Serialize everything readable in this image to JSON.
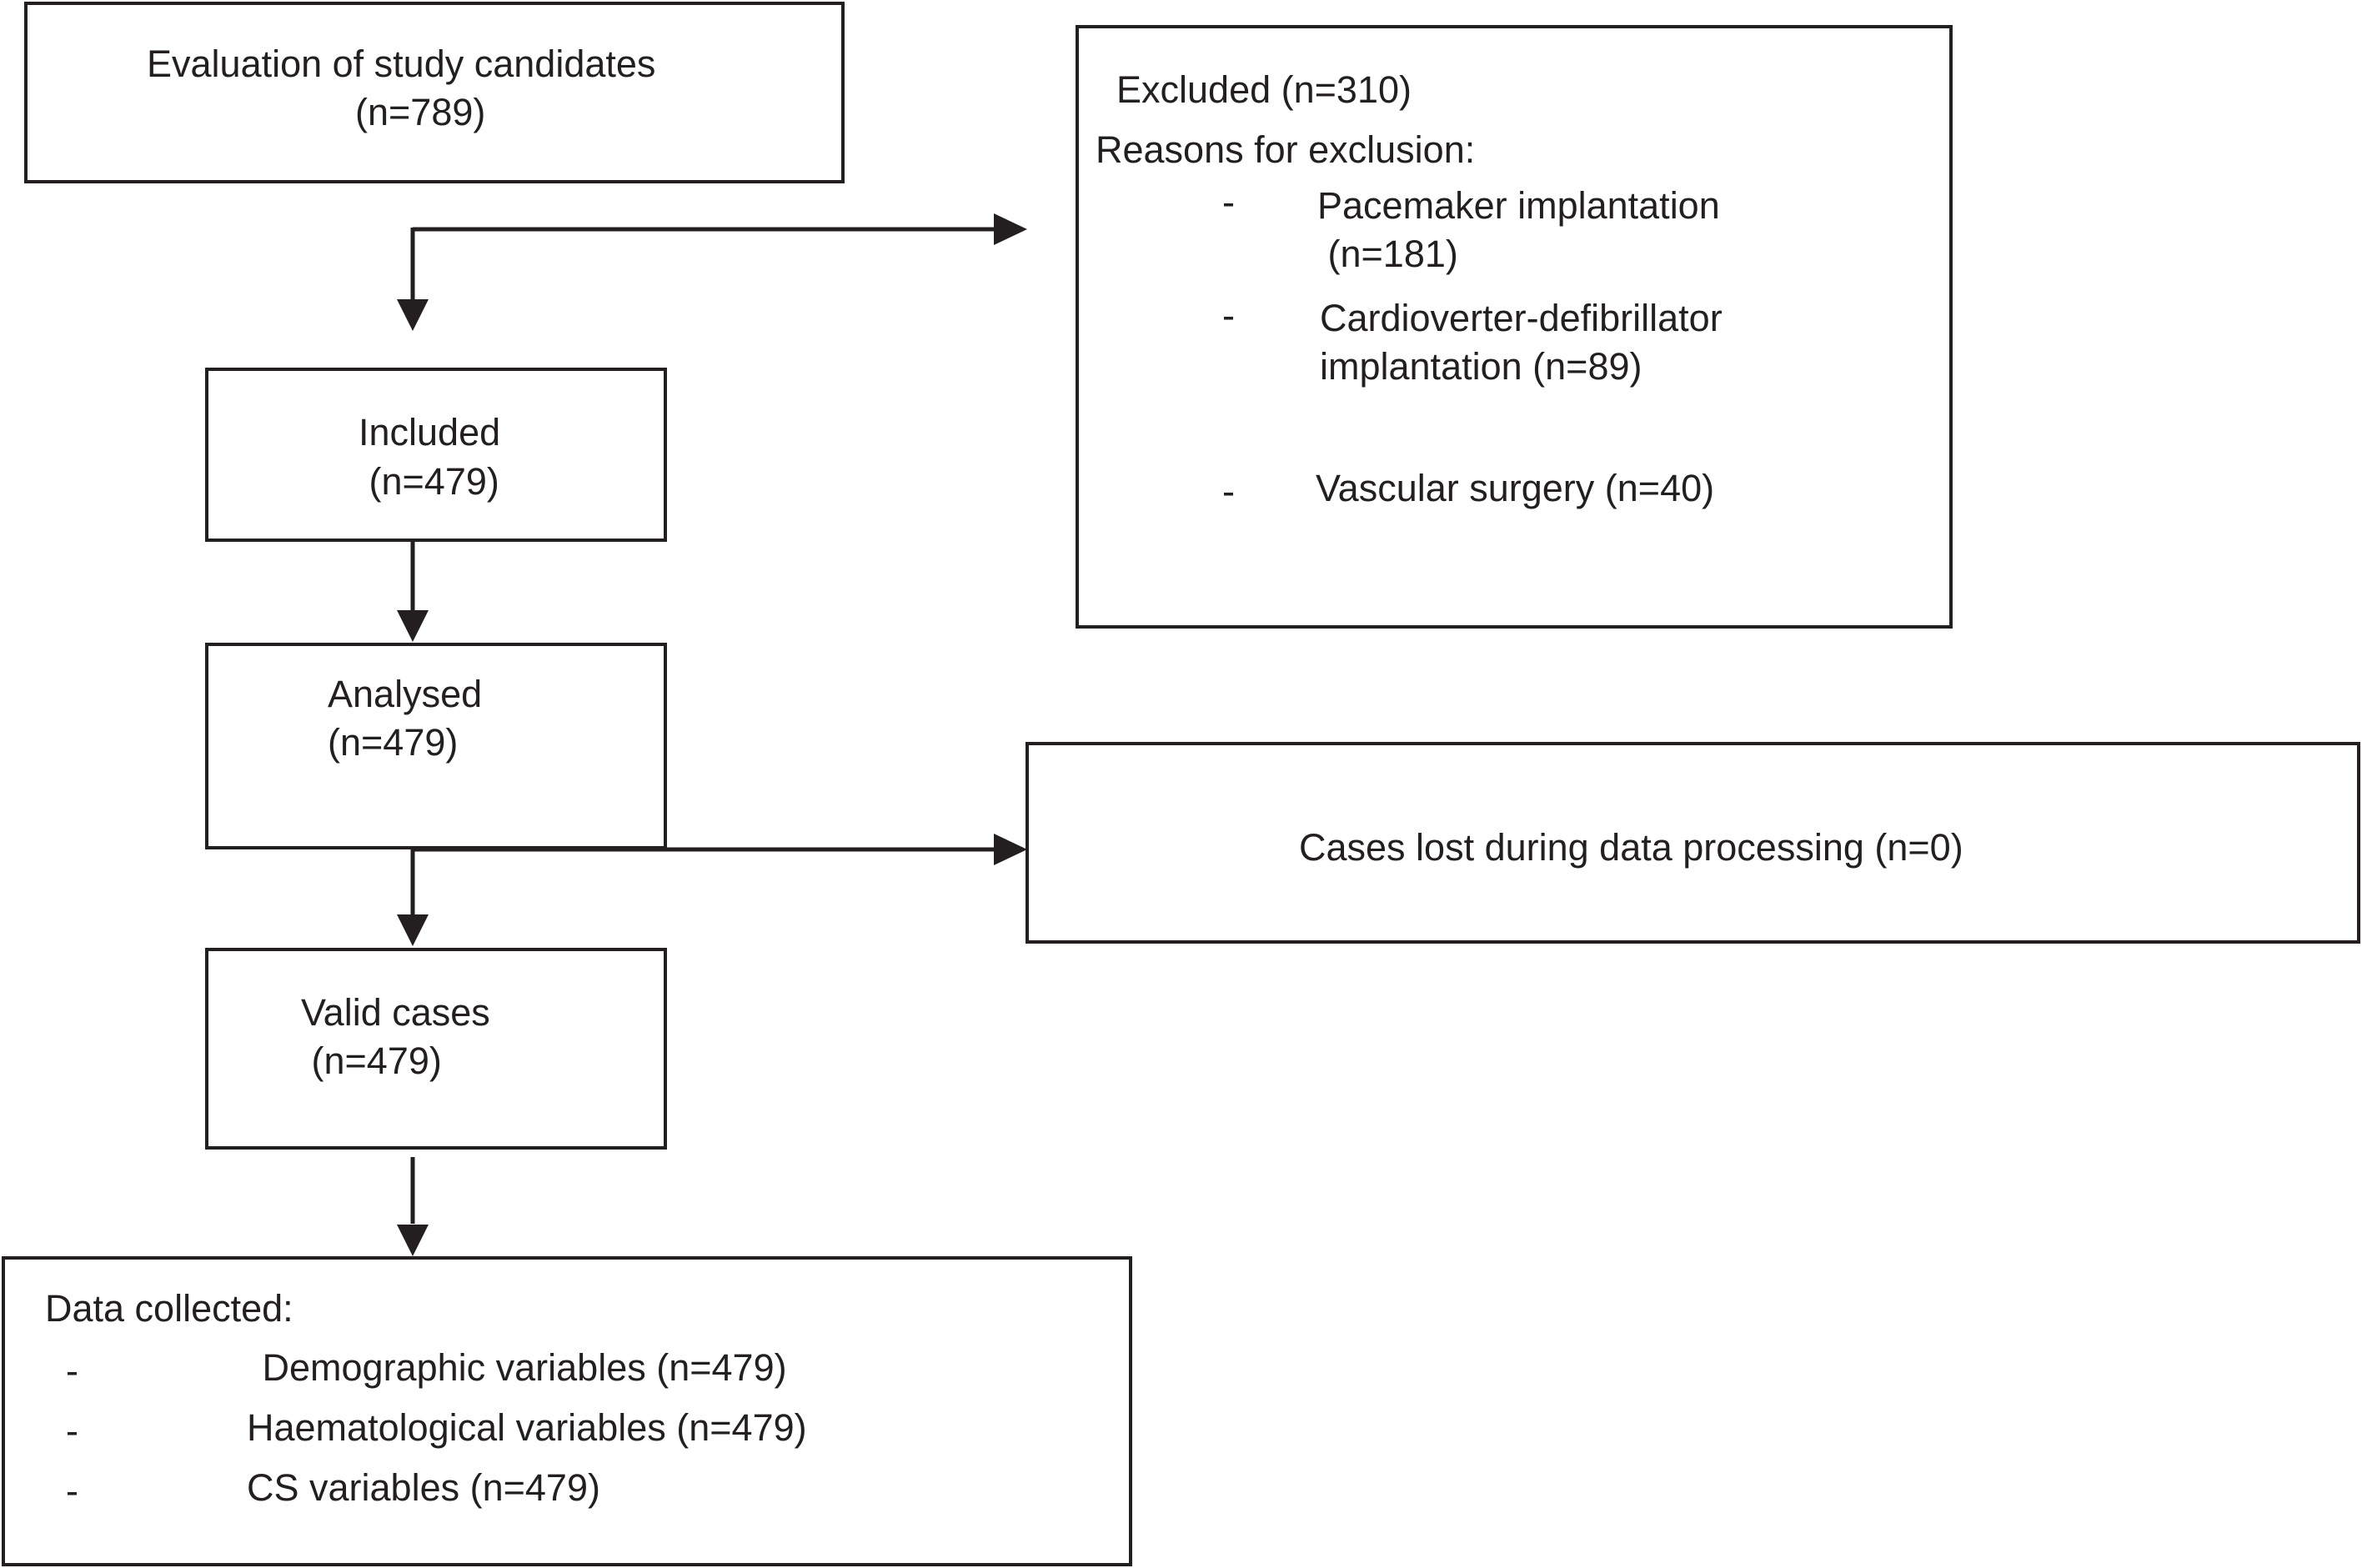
{
  "flowchart": {
    "candidates": {
      "title": "Evaluation of study candidates",
      "count": "(n=789)"
    },
    "excluded": {
      "title": "Excluded (n=310)",
      "reasons_heading": "Reasons for exclusion:",
      "reasons": [
        {
          "bullet": "-",
          "line1": "Pacemaker implantation",
          "line2": " (n=181)"
        },
        {
          "bullet": "-",
          "line1": "Cardioverter-defibrillator",
          "line2": "implantation (n=89)"
        },
        {
          "bullet": "-",
          "line1": "Vascular surgery (n=40)"
        }
      ]
    },
    "included": {
      "title": "Included",
      "count": " (n=479)"
    },
    "analysed": {
      "title": "Analysed",
      "count": "(n=479)"
    },
    "lost": {
      "title": "Cases lost during data processing (n=0)"
    },
    "valid": {
      "title": "Valid cases",
      "count": " (n=479)"
    },
    "data_collected": {
      "heading": "Data collected:",
      "items": [
        {
          "bullet": "-",
          "label": " Demographic variables (n=479)"
        },
        {
          "bullet": "-",
          "label": "Haematological variables (n=479)"
        },
        {
          "bullet": "-",
          "label": "CS variables (n=479)"
        }
      ]
    }
  },
  "colors": {
    "line": "#231f20",
    "background": "#ffffff"
  }
}
